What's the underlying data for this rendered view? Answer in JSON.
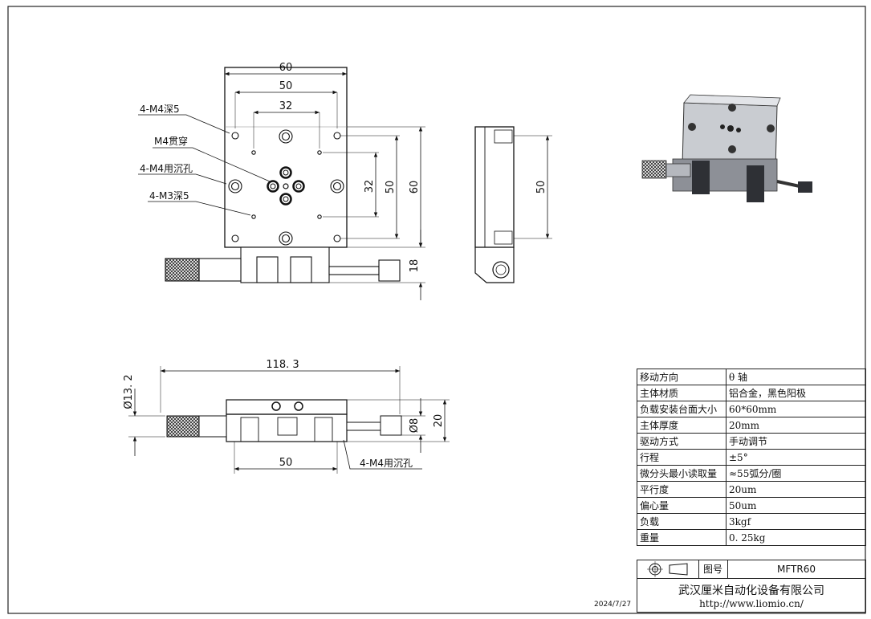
{
  "top_view": {
    "dims": {
      "w60": "60",
      "w50": "50",
      "w32": "32",
      "h32": "32",
      "h50": "50",
      "h60": "60",
      "h18": "18"
    },
    "callouts": {
      "m4_depth": "4-M4深5",
      "m4_through": "M4贯穿",
      "m4_counterbore": "4-M4用沉孔",
      "m3_depth": "4-M3深5"
    }
  },
  "side_view": {
    "dims": {
      "h50": "50"
    }
  },
  "front_view": {
    "dims": {
      "length": "118. 3",
      "dia_head": "Ø13. 2",
      "w50": "50",
      "dia_spindle": "Ø8",
      "h20": "20"
    },
    "callouts": {
      "m4_counterbore": "4-M4用沉孔"
    }
  },
  "spec_table": [
    {
      "key": "移动方向",
      "value": "θ 轴"
    },
    {
      "key": "主体材质",
      "value": "铝合金，黑色阳极"
    },
    {
      "key": "负载安装台面大小",
      "value": "60*60mm"
    },
    {
      "key": "主体厚度",
      "value": "20mm"
    },
    {
      "key": "驱动方式",
      "value": "手动调节"
    },
    {
      "key": "行程",
      "value": "±5°"
    },
    {
      "key": "微分头最小读取量",
      "value": "≈55弧分/圈"
    },
    {
      "key": "平行度",
      "value": "20um"
    },
    {
      "key": "偏心量",
      "value": "50um"
    },
    {
      "key": "负载",
      "value": "3kgf"
    },
    {
      "key": "重量",
      "value": "0. 25kg"
    }
  ],
  "title_block": {
    "drawing_no_label": "图号",
    "drawing_no": "MFTR60",
    "company": "武汉厘米自动化设备有限公司",
    "url": "http://www.liomio.cn/",
    "date": "2024/7/27",
    "projection_symbol": "first-angle-projection-icon"
  }
}
